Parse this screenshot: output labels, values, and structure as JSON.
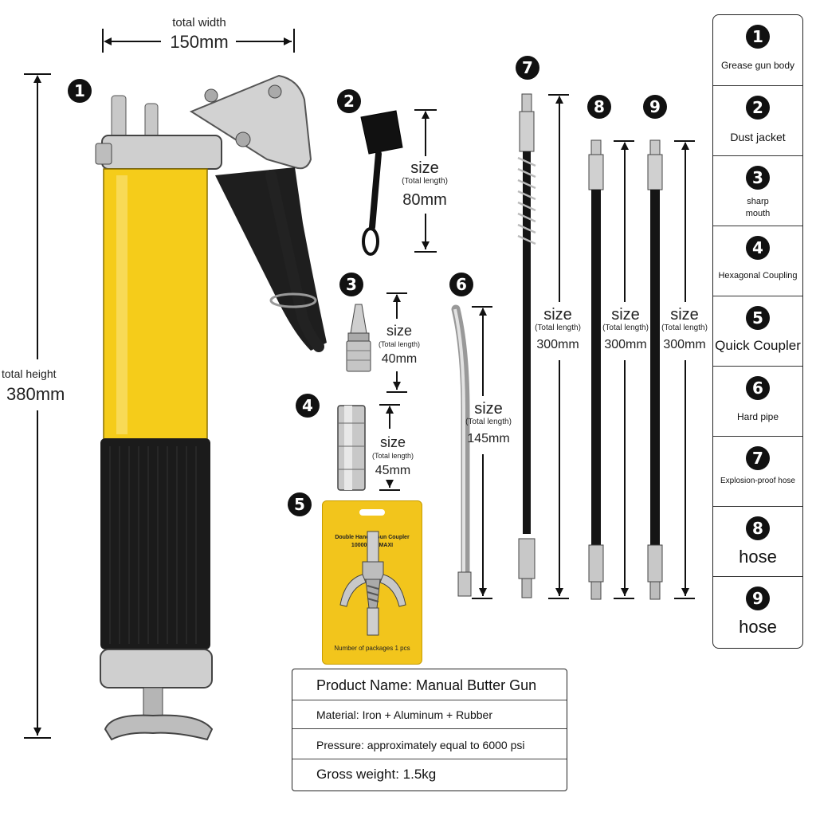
{
  "dimensions": {
    "total_width_label": "total width",
    "total_width_value": "150mm",
    "total_height_label": "total height",
    "total_height_value": "380mm"
  },
  "parts": [
    {
      "num": "1",
      "size_label": "",
      "total_length_label": "",
      "value": ""
    },
    {
      "num": "2",
      "size_label": "size",
      "total_length_label": "(Total length)",
      "value": "80mm"
    },
    {
      "num": "3",
      "size_label": "size",
      "total_length_label": "(Total length)",
      "value": "40mm"
    },
    {
      "num": "4",
      "size_label": "size",
      "total_length_label": "(Total length)",
      "value": "45mm"
    },
    {
      "num": "5",
      "size_label": "",
      "total_length_label": "",
      "value": ""
    },
    {
      "num": "6",
      "size_label": "size",
      "total_length_label": "(Total length)",
      "value": "145mm"
    },
    {
      "num": "7",
      "size_label": "size",
      "total_length_label": "(Total length)",
      "value": "300mm"
    },
    {
      "num": "8",
      "size_label": "size",
      "total_length_label": "(Total length)",
      "value": "300mm"
    },
    {
      "num": "9",
      "size_label": "size",
      "total_length_label": "(Total length)",
      "value": "300mm"
    }
  ],
  "package": {
    "line1": "Double Handle Gun Coupler",
    "line2": "10000 PSI MAXI",
    "footer": "Number of packages 1 pcs"
  },
  "legend": [
    {
      "num": "1",
      "label": "Grease gun body"
    },
    {
      "num": "2",
      "label": "Dust jacket"
    },
    {
      "num": "3",
      "label": "sharp mouth"
    },
    {
      "num": "4",
      "label": "Hexagonal Coupling"
    },
    {
      "num": "5",
      "label": "Quick Coupler"
    },
    {
      "num": "6",
      "label": "Hard pipe"
    },
    {
      "num": "7",
      "label": "Explosion-proof hose"
    },
    {
      "num": "8",
      "label": "hose"
    },
    {
      "num": "9",
      "label": "hose"
    }
  ],
  "specs": {
    "product_name": "Product Name: Manual Butter Gun",
    "material": "Material: Iron + Aluminum + Rubber",
    "pressure": "Pressure: approximately equal to 6000 psi",
    "gross_weight": "Gross weight: 1.5kg"
  },
  "colors": {
    "gun_yellow": "#f5cc1a",
    "grip_black": "#1b1b1b",
    "package_yellow": "#f2c51c",
    "chrome": "#c8c8c8"
  }
}
